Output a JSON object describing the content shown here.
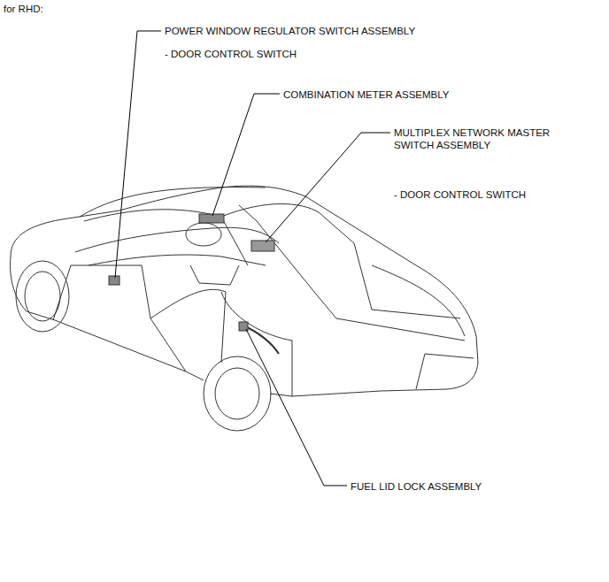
{
  "diagram": {
    "title": "for RHD:",
    "labels": [
      "POWER WINDOW REGULATOR SWITCH ASSEMBLY",
      "- DOOR CONTROL SWITCH",
      "COMBINATION METER ASSEMBLY",
      "MULTIPLEX NETWORK MASTER SWITCH ASSEMBLY",
      "- DOOR CONTROL SWITCH",
      "FUEL LID LOCK ASSEMBLY"
    ]
  }
}
